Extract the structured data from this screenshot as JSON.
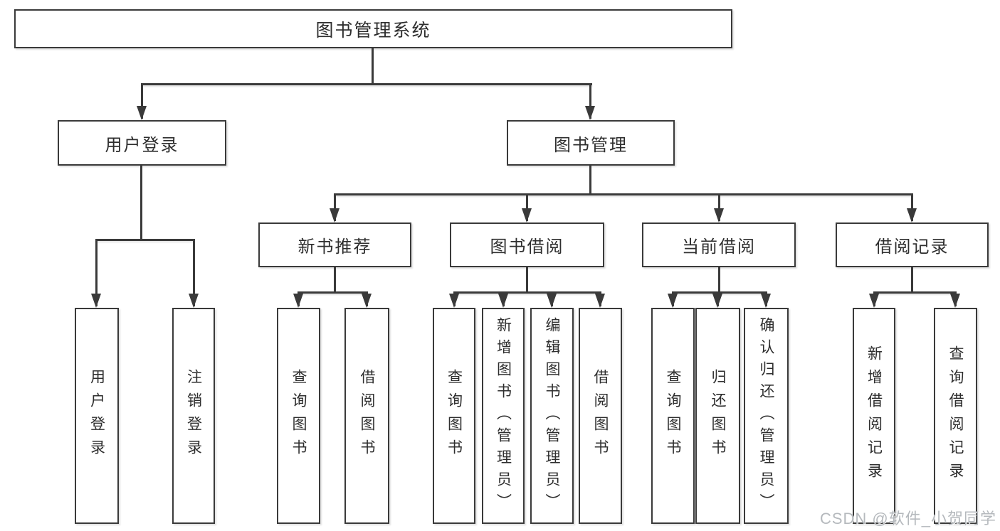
{
  "diagram": {
    "root": "图书管理系统",
    "level2": {
      "user_login": "用户登录",
      "book_mgmt": "图书管理"
    },
    "level3": {
      "new_books": "新书推荐",
      "book_borrow": "图书借阅",
      "current_borrow": "当前借阅",
      "borrow_records": "借阅记录"
    },
    "leaves": {
      "user_login": "用户登录",
      "logout": "注销登录",
      "nb_query": "查询图书",
      "nb_borrow": "借阅图书",
      "bb_query": "查询图书",
      "bb_add": "新增图书（管理员）",
      "bb_edit": "编辑图书（管理员）",
      "bb_borrow": "借阅图书",
      "cb_query": "查询图书",
      "cb_return": "归还图书",
      "cb_confirm": "确认归还（管理员）",
      "br_add": "新增借阅记录",
      "br_query": "查询借阅记录"
    }
  },
  "watermark": "CSDN @软件_小贺同学",
  "colors": {
    "line": "#3a3a3a",
    "text": "#2e2e2e",
    "watermark": "#b5b9bd",
    "background": "#ffffff"
  }
}
